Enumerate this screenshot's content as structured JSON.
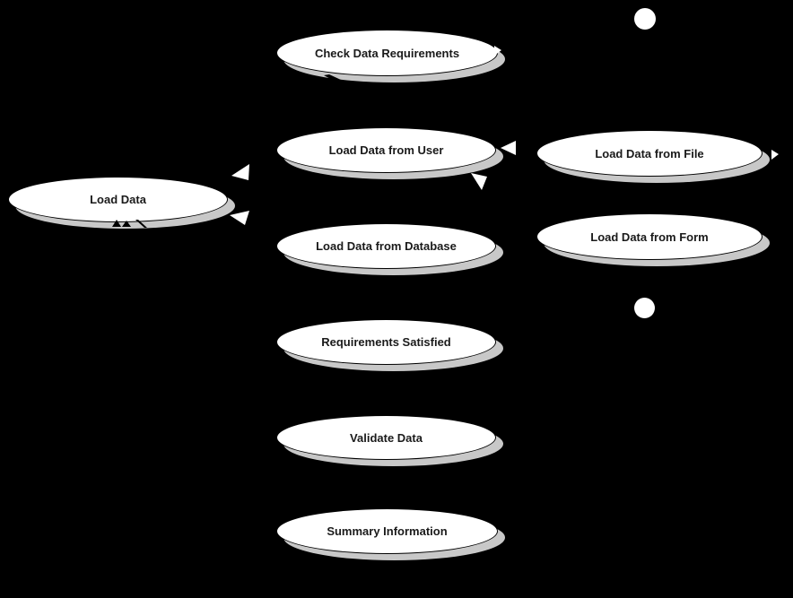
{
  "diagram": {
    "type": "uml-use-case-diagram",
    "background_color": "#000000",
    "node_fill_color": "#ffffff",
    "node_outline_color": "#000000",
    "shadow_color": "#c8c8c8",
    "label_color": "#1a1a1a",
    "nodes": {
      "check": {
        "label": "Check Data Requirements"
      },
      "user": {
        "label": "Load Data from User"
      },
      "database": {
        "label": "Load Data from Database"
      },
      "satisfied": {
        "label": "Requirements Satisfied"
      },
      "validate": {
        "label": "Validate Data"
      },
      "summary": {
        "label": "Summary Information"
      },
      "load": {
        "label": "Load Data"
      },
      "file": {
        "label": "Load Data from File"
      },
      "form": {
        "label": "Load Data from Form"
      }
    },
    "connectors": {
      "generalization_arrowheads": [
        "into-load-data-upper-right",
        "into-load-data-lower-right",
        "into-load-data-from-user-right",
        "below-load-data-from-user"
      ],
      "circle_nodes": [
        "top-right-circle",
        "middle-right-circle"
      ]
    }
  }
}
